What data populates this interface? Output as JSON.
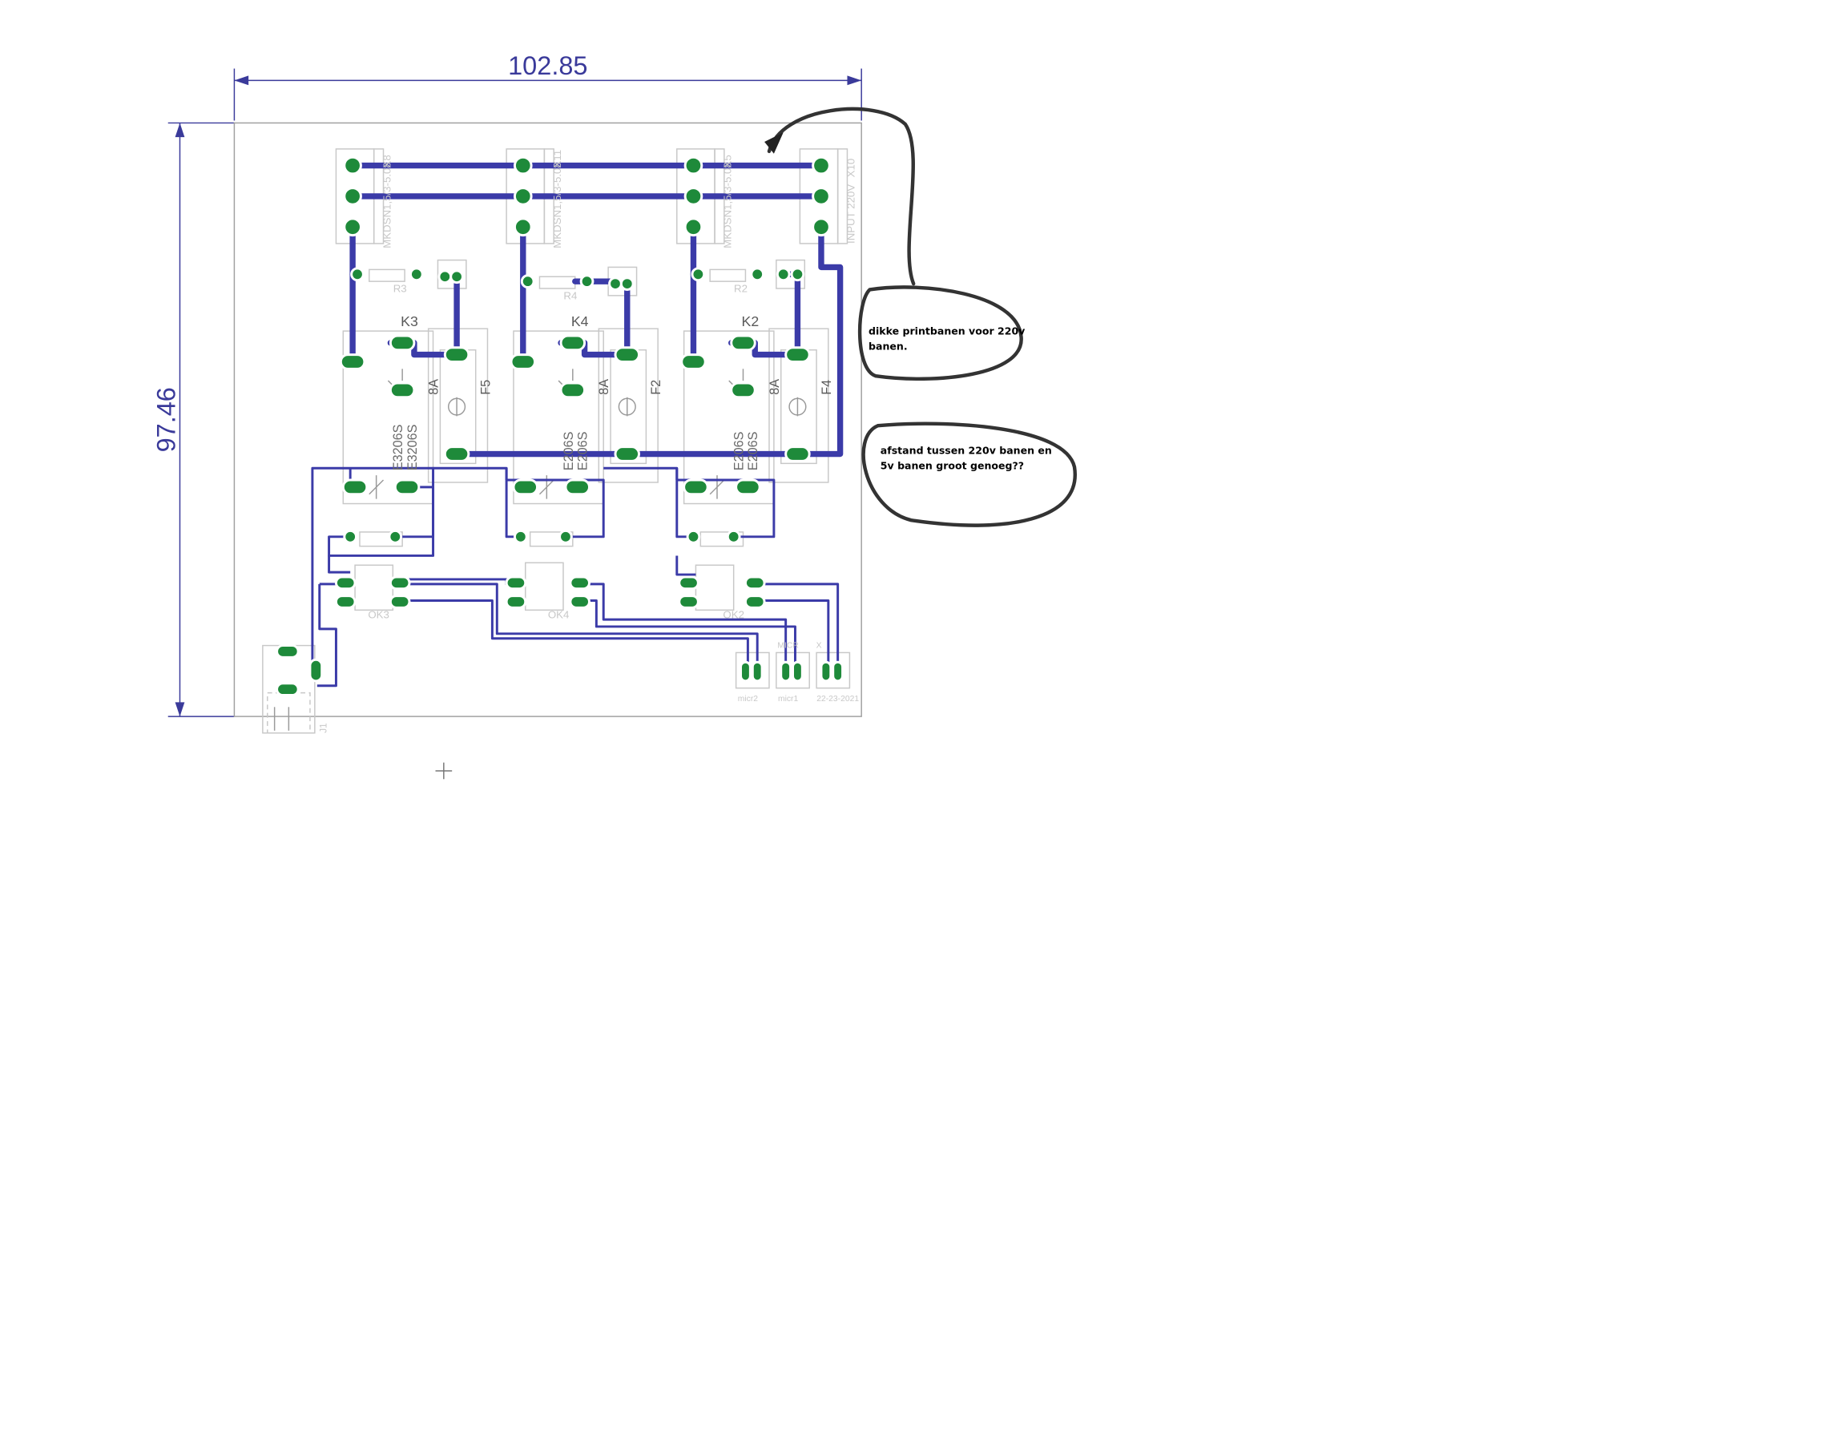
{
  "dimensions": {
    "width": "102.85",
    "height": "97.46"
  },
  "terminals": [
    {
      "label": "MKDSN1,5/3-5.08",
      "ref": "X8"
    },
    {
      "label": "MKDSN1,5/3-5.08",
      "ref": "X11"
    },
    {
      "label": "MKDSN1,5/3-5.08",
      "ref": "X5"
    },
    {
      "label": "INPUT 220V",
      "ref": "X10"
    }
  ],
  "resistors": [
    "R3",
    "R4",
    "R2"
  ],
  "relays": [
    {
      "ref": "K3",
      "part": "E3206S",
      "part2": "E3206S"
    },
    {
      "ref": "K4",
      "part": "E206S",
      "part2": "E206S"
    },
    {
      "ref": "K2",
      "part": "E206S",
      "part2": "E206S"
    }
  ],
  "fuses": [
    {
      "ref": "F5",
      "rating": "8A"
    },
    {
      "ref": "F2",
      "rating": "8A"
    },
    {
      "ref": "F4",
      "rating": "8A"
    }
  ],
  "optocouplers": [
    "OK3",
    "OK4",
    "OK2"
  ],
  "connectors": [
    {
      "ref": "micr2",
      "top": ""
    },
    {
      "ref": "micr1",
      "top": "MICR"
    },
    {
      "ref": "22-23-2021",
      "top": "X"
    }
  ],
  "power_jack": "J1",
  "notes": [
    {
      "lines": [
        "dikke printbanen voor 220v",
        "banen."
      ]
    },
    {
      "lines": [
        "afstand tussen 220v banen en",
        "5v banen groot genoeg??"
      ]
    }
  ],
  "colors": {
    "trace": "#3b3ba8",
    "pad": "#1e8a3a",
    "outline": "#c8c8c8",
    "annotation": "#333333"
  }
}
